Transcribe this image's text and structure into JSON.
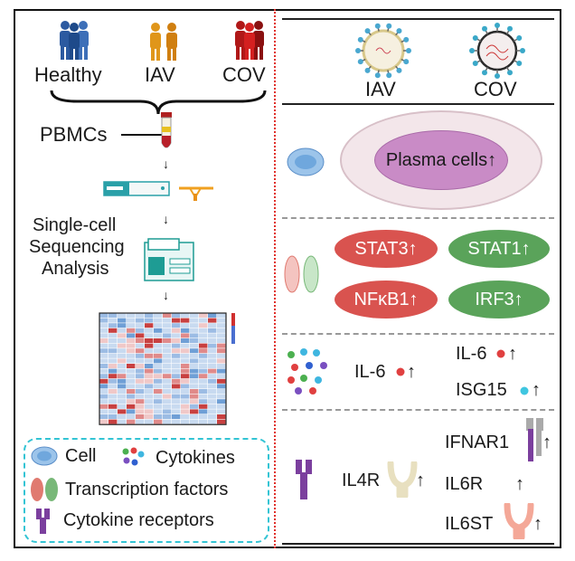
{
  "left": {
    "groups": [
      "Healthy",
      "IAV",
      "COV"
    ],
    "pbmcs": "PBMCs",
    "analysis": [
      "Single-cell",
      "Sequencing",
      "Analysis"
    ]
  },
  "legend": {
    "cell": "Cell",
    "cytokines": "Cytokines",
    "tf": "Transcription factors",
    "receptors": "Cytokine receptors"
  },
  "right": {
    "viruses": [
      "IAV",
      "COV"
    ],
    "plasma": "Plasma cells↑",
    "tfs": [
      "STAT3↑",
      "STAT1↑",
      "NFκB1↑",
      "IRF3↑"
    ],
    "cyto": {
      "iav_il6": "IL-6",
      "cov_il6": "IL-6",
      "isg15": "ISG15",
      "up": "↑"
    },
    "receptors": {
      "il4r": "IL4R",
      "ifnar1": "IFNAR1",
      "il6r": "IL6R",
      "il6st": "IL6ST",
      "up": "↑"
    }
  },
  "colors": {
    "divider": "#e0302a",
    "legend_border": "#33c4d4",
    "red_tf": "#d9534f",
    "green_tf": "#5aa35a",
    "plasma_outer": "#f3e6ea",
    "plasma_inner": "#c98bc6",
    "cell": "#6fa7dd"
  },
  "icons": [
    "person-icon",
    "tube-icon",
    "chip-icon",
    "sequencer-icon",
    "heatmap",
    "virus-icon",
    "cell-icon",
    "cytokine-icon",
    "tf-icon",
    "receptor-icon"
  ]
}
